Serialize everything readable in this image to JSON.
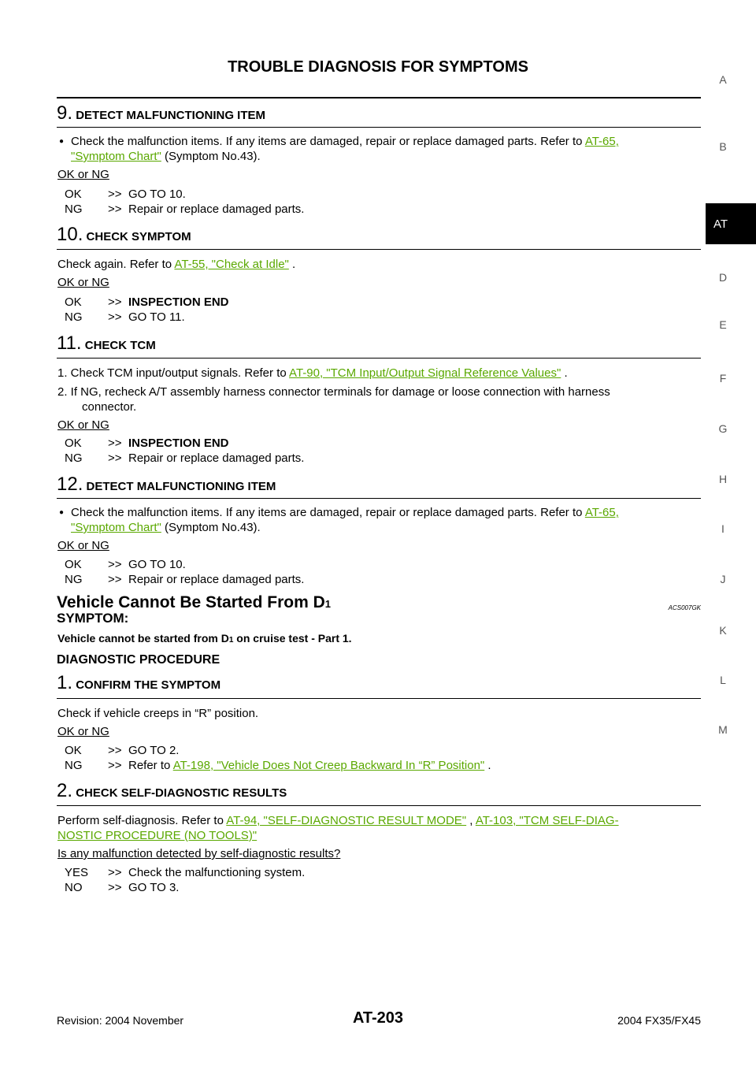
{
  "header": {
    "title": "TROUBLE DIAGNOSIS FOR SYMPTOMS"
  },
  "side_index": [
    "A",
    "B",
    "AT",
    "D",
    "E",
    "F",
    "G",
    "H",
    "I",
    "J",
    "K",
    "L",
    "M"
  ],
  "step9": {
    "num": "9.",
    "title": "DETECT MALFUNCTIONING ITEM",
    "bullet_text": "Check the malfunction items. If any items are damaged, repair or replace damaged parts. Refer to ",
    "link1": "AT-65,",
    "link2": "\"Symptom Chart\"",
    "after": " (Symptom No.43).",
    "ok_ng": "OK or NG",
    "ok": {
      "k": "OK",
      "a": ">>",
      "v": "GO TO 10."
    },
    "ng": {
      "k": "NG",
      "a": ">>",
      "v": "Repair or replace damaged parts."
    }
  },
  "step10": {
    "num": "10.",
    "title": "CHECK SYMPTOM",
    "text": "Check again. Refer to ",
    "link": "AT-55, \"Check at Idle\"",
    "after": " .",
    "ok_ng": "OK or NG",
    "ok": {
      "k": "OK",
      "a": ">>",
      "v": "INSPECTION END"
    },
    "ng": {
      "k": "NG",
      "a": ">>",
      "v": "GO TO 11."
    }
  },
  "step11": {
    "num": "11.",
    "title": "CHECK TCM",
    "item1": "1.  Check TCM input/output signals. Refer to ",
    "item1_link": "AT-90, \"TCM Input/Output Signal Reference Values\"",
    "item1_after": " .",
    "item2a": "2.  If NG, recheck A/T assembly harness connector terminals for damage or loose connection with harness",
    "item2b": "connector.",
    "ok_ng": "OK or NG",
    "ok": {
      "k": "OK",
      "a": ">>",
      "v": "INSPECTION END"
    },
    "ng": {
      "k": "NG",
      "a": ">>",
      "v": "Repair or replace damaged parts."
    }
  },
  "step12": {
    "num": "12.",
    "title": "DETECT MALFUNCTIONING ITEM",
    "bullet_text": "Check the malfunction items. If any items are damaged, repair or replace damaged parts. Refer to ",
    "link1": "AT-65,",
    "link2": "\"Symptom Chart\"",
    "after": " (Symptom No.43).",
    "ok_ng": "OK or NG",
    "ok": {
      "k": "OK",
      "a": ">>",
      "v": "GO TO 10."
    },
    "ng": {
      "k": "NG",
      "a": ">>",
      "v": "Repair or replace damaged parts."
    }
  },
  "vehicle": {
    "heading": "Vehicle Cannot Be Started From D",
    "heading_sub": "1",
    "code": "ACS007GK",
    "symptom_label": "SYMPTOM:",
    "symptom_text_a": "Vehicle cannot be started from D",
    "symptom_text_sub": "1",
    "symptom_text_b": " on cruise test - Part 1.",
    "diag_label": "DIAGNOSTIC PROCEDURE"
  },
  "dstep1": {
    "num": "1.",
    "title": "CONFIRM THE SYMPTOM",
    "text": "Check if vehicle creeps in “R” position.",
    "ok_ng": "OK or NG",
    "ok": {
      "k": "OK",
      "a": ">>",
      "v": "GO TO 2."
    },
    "ng_prefix": "Refer to ",
    "ng_k": "NG",
    "ng_a": ">>",
    "ng_link": "AT-198, \"Vehicle Does Not Creep Backward In “R” Position\"",
    "ng_after": " ."
  },
  "dstep2": {
    "num": "2.",
    "title": "CHECK SELF-DIAGNOSTIC RESULTS",
    "text": "Perform self-diagnosis. Refer to ",
    "link1": "AT-94, \"SELF-DIAGNOSTIC RESULT MODE\"",
    "sep": " , ",
    "link2": "AT-103, \"TCM SELF-DIAG-",
    "link3": "NOSTIC PROCEDURE (NO TOOLS)\"",
    "question": "Is any malfunction detected by self-diagnostic results?",
    "yes": {
      "k": "YES",
      "a": ">>",
      "v": "Check the malfunctioning system."
    },
    "no": {
      "k": "NO",
      "a": ">>",
      "v": "GO TO 3."
    }
  },
  "footer": {
    "revision": "Revision: 2004 November",
    "page": "AT-203",
    "model": "2004 FX35/FX45"
  }
}
